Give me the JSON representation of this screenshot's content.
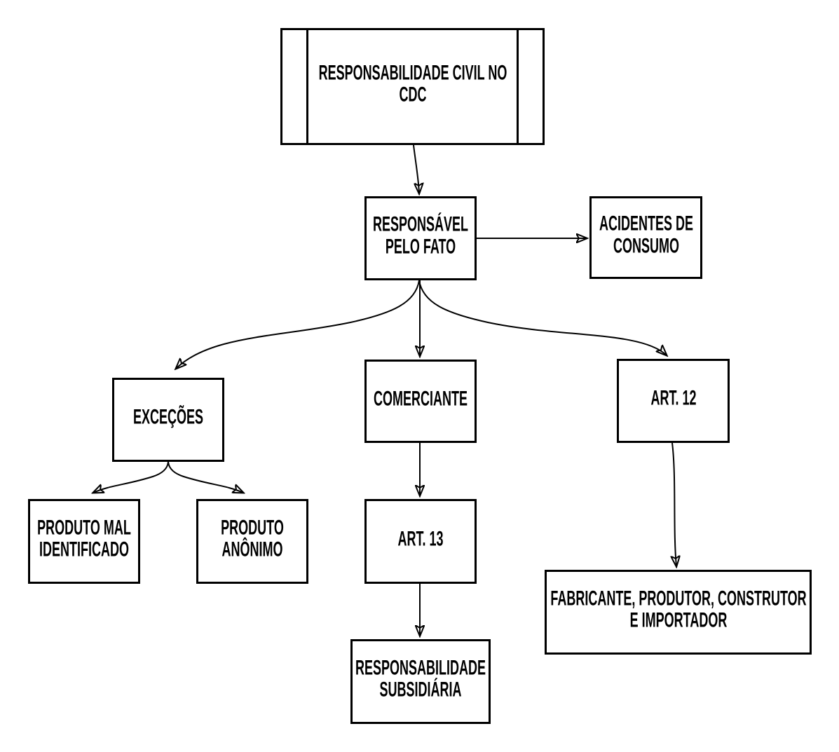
{
  "diagram": {
    "type": "flowchart",
    "colors": {
      "background": "#ffffff",
      "node_fill": "#ffffff",
      "node_border": "#000000",
      "line": "#000000",
      "text": "#000000"
    },
    "nodes": {
      "root": {
        "label": "RESPONSABILIDADE CIVIL NO\nCDC",
        "shape": "predefined_process"
      },
      "responsavel_fato": {
        "label": "RESPONSÁVEL\nPELO FATO",
        "shape": "process"
      },
      "acidentes_consumo": {
        "label": "ACIDENTES DE\nCONSUMO",
        "shape": "process"
      },
      "excecoes": {
        "label": "EXCEÇÕES",
        "shape": "process"
      },
      "produto_mal_identificado": {
        "label": "PRODUTO MAL\nIDENTIFICADO",
        "shape": "process"
      },
      "produto_anonimo": {
        "label": "PRODUTO\nANÔNIMO",
        "shape": "process"
      },
      "comerciante": {
        "label": "COMERCIANTE",
        "shape": "process"
      },
      "art_13": {
        "label": "ART. 13",
        "shape": "process"
      },
      "responsabilidade_subsidiaria": {
        "label": "RESPONSABILIDADE\nSUBSIDIÁRIA",
        "shape": "process"
      },
      "art_12": {
        "label": "ART. 12",
        "shape": "process"
      },
      "fabricante_produtor": {
        "label": "FABRICANTE, PRODUTOR, CONSTRUTOR\nE IMPORTADOR",
        "shape": "process"
      }
    },
    "edges": [
      {
        "from": "root",
        "to": "responsavel_fato"
      },
      {
        "from": "responsavel_fato",
        "to": "acidentes_consumo"
      },
      {
        "from": "responsavel_fato",
        "to": "excecoes"
      },
      {
        "from": "responsavel_fato",
        "to": "comerciante"
      },
      {
        "from": "responsavel_fato",
        "to": "art_12"
      },
      {
        "from": "excecoes",
        "to": "produto_mal_identificado"
      },
      {
        "from": "excecoes",
        "to": "produto_anonimo"
      },
      {
        "from": "comerciante",
        "to": "art_13"
      },
      {
        "from": "art_13",
        "to": "responsabilidade_subsidiaria"
      },
      {
        "from": "art_12",
        "to": "fabricante_produtor"
      }
    ]
  }
}
